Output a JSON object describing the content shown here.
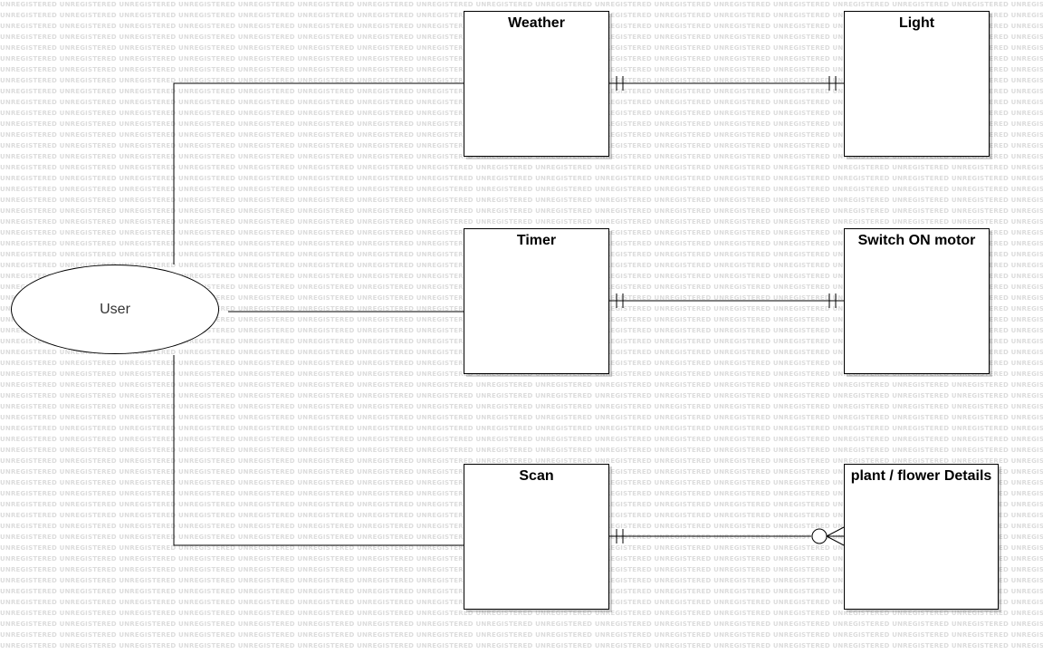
{
  "watermark": {
    "text": "UNREGISTERED"
  },
  "actor": {
    "label": "User"
  },
  "entities": {
    "weather": "Weather",
    "light": "Light",
    "timer": "Timer",
    "switch_motor": "Switch ON motor",
    "scan": "Scan",
    "plant_details": "plant / flower Details"
  },
  "relationships": [
    {
      "from": "weather",
      "to": "light",
      "from_cardinality": "one-and-only-one",
      "to_cardinality": "one-and-only-one"
    },
    {
      "from": "timer",
      "to": "switch_motor",
      "from_cardinality": "one-and-only-one",
      "to_cardinality": "one-and-only-one"
    },
    {
      "from": "scan",
      "to": "plant_details",
      "from_cardinality": "one-and-only-one",
      "to_cardinality": "zero-or-many"
    }
  ],
  "colors": {
    "line": "#000000",
    "watermark": "#dcdcdc",
    "shadow": "#d0d0d0"
  }
}
